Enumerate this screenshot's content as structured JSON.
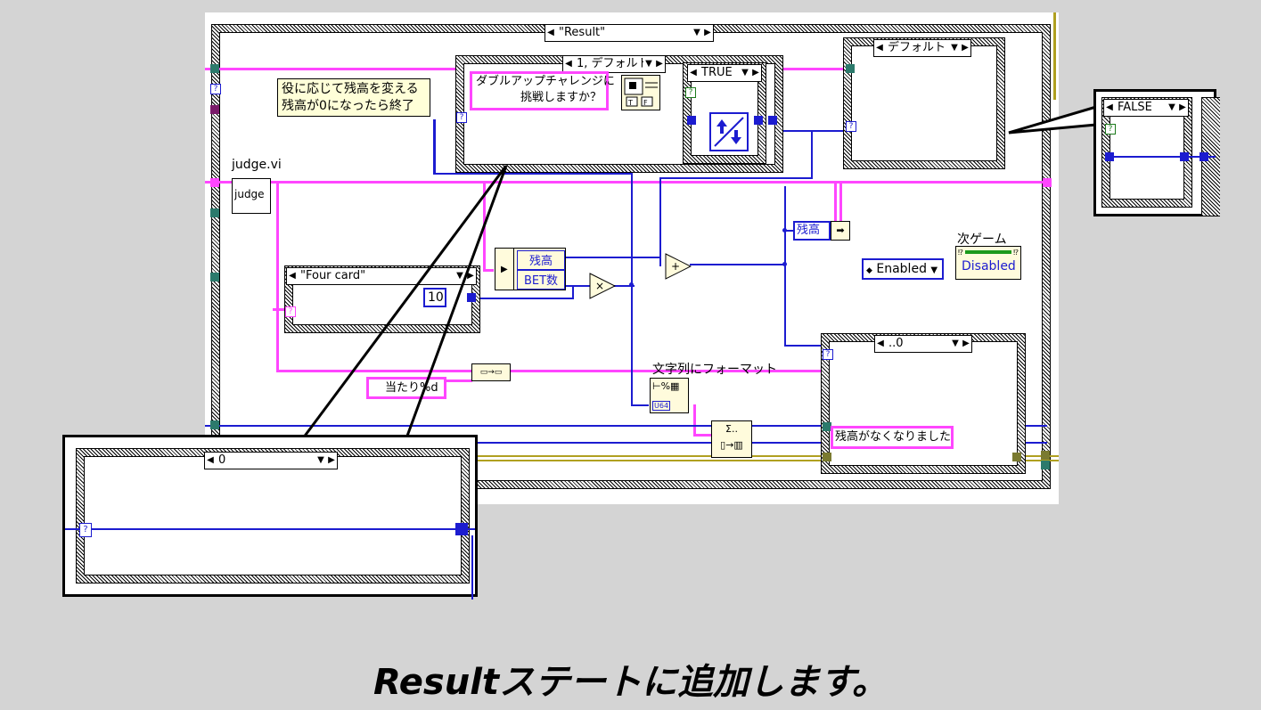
{
  "diagram": {
    "outer_case": {
      "selector": "\"Result\""
    },
    "double_up_case": {
      "selector": "1, デフォルト"
    },
    "prompt_text": [
      "ダブルアップチャレンジに",
      "挑戦しますか？"
    ],
    "inner_true_case": {
      "selector": "TRUE"
    },
    "default_case": {
      "selector": "デフォルト"
    },
    "comment": [
      "役に応じて残高を変える",
      "残高が0になったら終了"
    ],
    "subvi": {
      "label": "judge.vi",
      "text": "judge"
    },
    "four_card_case": {
      "selector": "\"Four card\""
    },
    "constant_10": "10",
    "bundle": {
      "field1": "残高",
      "field2": "BET数"
    },
    "multiply": "×",
    "add": "+",
    "balance_unbundle": "残高",
    "next_game": {
      "label": "次ゲーム",
      "enum": "Enabled",
      "indicator": "Disabled"
    },
    "format_string": {
      "label": "文字列にフォーマット",
      "type": "U64"
    },
    "hit_text": "当たり%d",
    "zero_case": {
      "selector": "..0"
    },
    "no_balance_text": "残高がなくなりました"
  },
  "callout_right": {
    "selector": "FALSE"
  },
  "callout_left": {
    "selector": "0"
  },
  "caption": "Resultステートに追加します。",
  "colors": {
    "string_wire": "#ff46ff",
    "numeric_wire": "#1c1cd0",
    "error_wire": "#b0a020",
    "background": "#d4d4d4"
  }
}
